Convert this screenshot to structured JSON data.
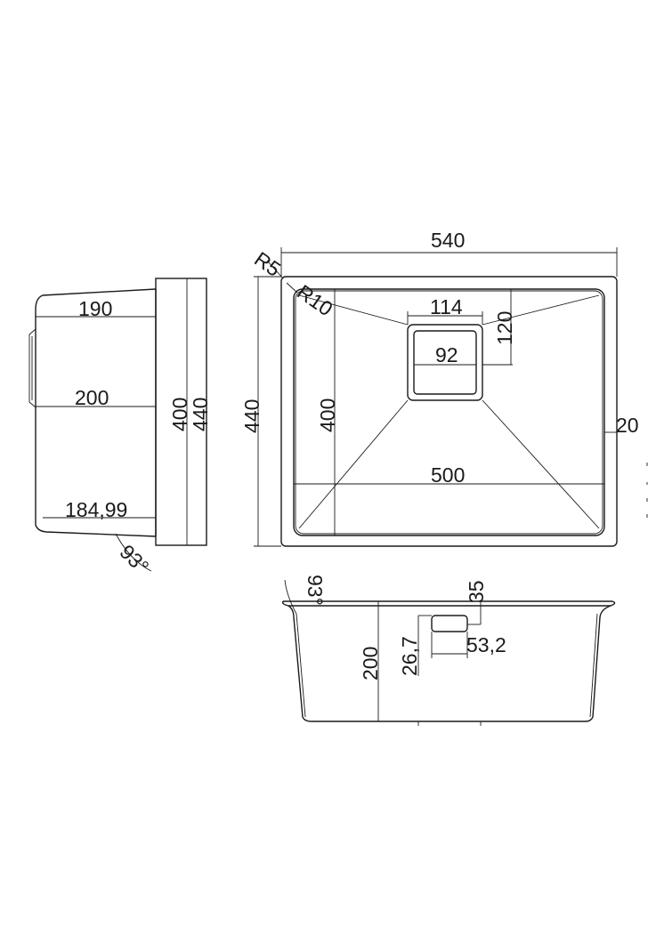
{
  "side_view": {
    "dim_190": "190",
    "dim_200": "200",
    "dim_184_99": "184,99",
    "dim_400": "400",
    "dim_440": "440",
    "angle": "93°"
  },
  "top_view": {
    "dim_540": "540",
    "radius_outer": "R5",
    "radius_inner": "R10",
    "dim_114": "114",
    "dim_120": "120",
    "dim_92": "92",
    "dim_440": "440",
    "dim_400": "400",
    "dim_500": "500",
    "dim_20": "20"
  },
  "front_view": {
    "angle": "93°",
    "dim_35": "35",
    "dim_26_7": "26,7",
    "dim_53_2": "53,2",
    "dim_200": "200"
  }
}
